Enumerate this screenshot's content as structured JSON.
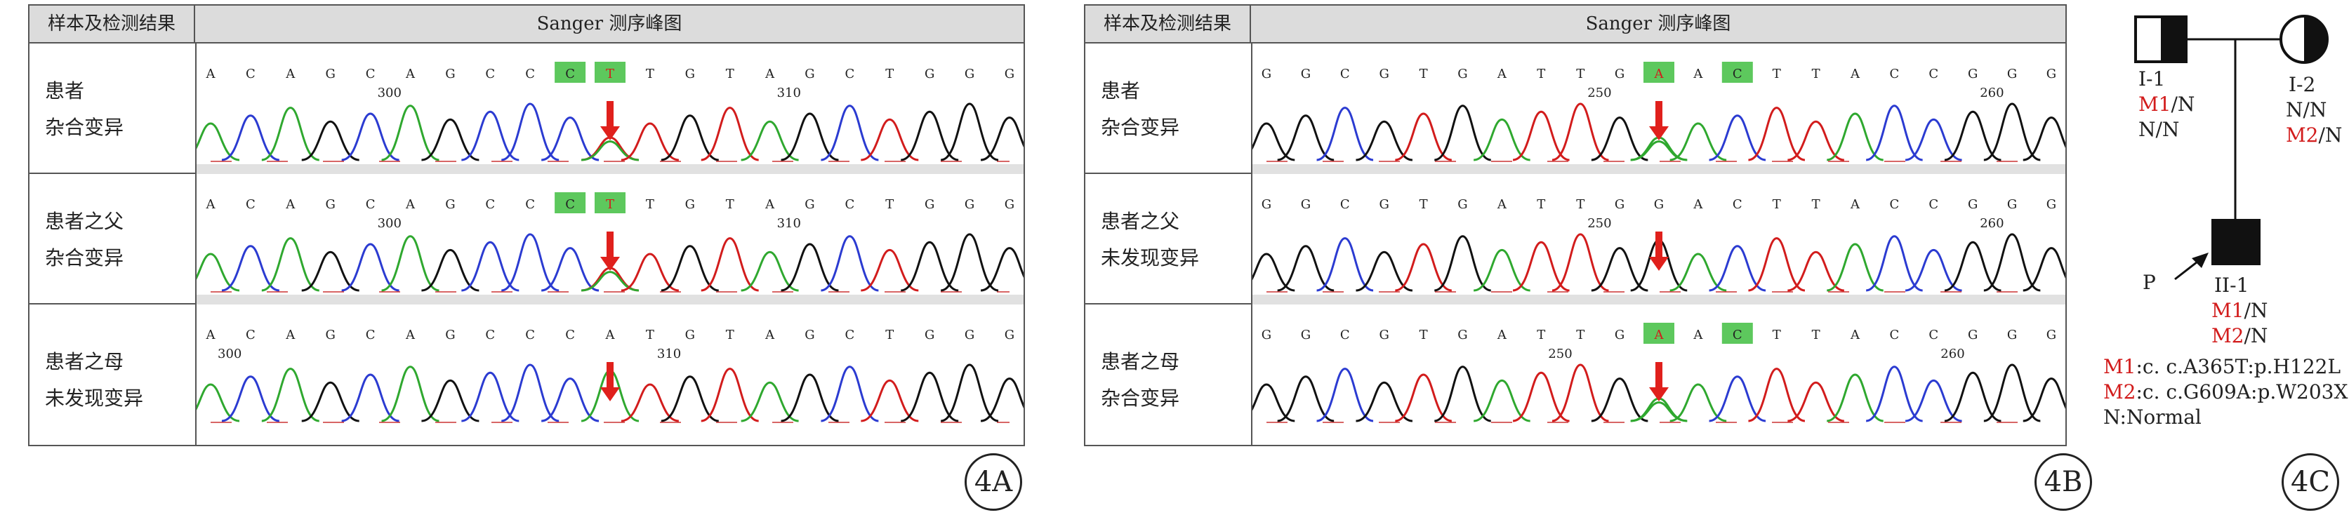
{
  "panels": {
    "a": {
      "header_left": "样本及检测结果",
      "header_right": "Sanger 测序峰图",
      "rows": [
        {
          "person": "患者",
          "result": "杂合变异"
        },
        {
          "person": "患者之父",
          "result": "杂合变异"
        },
        {
          "person": "患者之母",
          "result": "未发现变异"
        }
      ],
      "tracks": [
        {
          "bases": [
            "A",
            "C",
            "A",
            "G",
            "C",
            "A",
            "G",
            "C",
            "C",
            "C",
            "T",
            "T",
            "G",
            "T",
            "A",
            "G",
            "C",
            "T",
            "G",
            "G",
            "G"
          ],
          "highlight": [
            9,
            10
          ],
          "redbase": [
            10
          ],
          "ticks": [
            {
              "label": "300",
              "pos": 4
            },
            {
              "label": "310",
              "pos": 14
            }
          ],
          "arrow": 10
        },
        {
          "bases": [
            "A",
            "C",
            "A",
            "G",
            "C",
            "A",
            "G",
            "C",
            "C",
            "C",
            "T",
            "T",
            "G",
            "T",
            "A",
            "G",
            "C",
            "T",
            "G",
            "G",
            "G"
          ],
          "highlight": [
            9,
            10
          ],
          "redbase": [
            10
          ],
          "ticks": [
            {
              "label": "300",
              "pos": 4
            },
            {
              "label": "310",
              "pos": 14
            }
          ],
          "arrow": 10
        },
        {
          "bases": [
            "A",
            "C",
            "A",
            "G",
            "C",
            "A",
            "G",
            "C",
            "C",
            "C",
            "A",
            "T",
            "G",
            "T",
            "A",
            "G",
            "C",
            "T",
            "G",
            "G",
            "G"
          ],
          "highlight": [],
          "redbase": [],
          "ticks": [
            {
              "label": "300",
              "pos": 0
            },
            {
              "label": "310",
              "pos": 11
            }
          ],
          "arrow": 10
        }
      ],
      "badge": "4A"
    },
    "b": {
      "header_left": "样本及检测结果",
      "header_right": "Sanger 测序峰图",
      "rows": [
        {
          "person": "患者",
          "result": "杂合变异"
        },
        {
          "person": "患者之父",
          "result": "未发现变异"
        },
        {
          "person": "患者之母",
          "result": "杂合变异"
        }
      ],
      "tracks": [
        {
          "bases": [
            "G",
            "G",
            "C",
            "G",
            "T",
            "G",
            "A",
            "T",
            "T",
            "G",
            "A",
            "A",
            "C",
            "T",
            "T",
            "A",
            "C",
            "C",
            "G",
            "G",
            "G"
          ],
          "highlight": [
            10,
            12
          ],
          "redbase": [
            10
          ],
          "ticks": [
            {
              "label": "250",
              "pos": 8
            },
            {
              "label": "260",
              "pos": 18
            }
          ],
          "arrow": 10
        },
        {
          "bases": [
            "G",
            "G",
            "C",
            "G",
            "T",
            "G",
            "A",
            "T",
            "T",
            "G",
            "G",
            "A",
            "C",
            "T",
            "T",
            "A",
            "C",
            "C",
            "G",
            "G",
            "G"
          ],
          "highlight": [],
          "redbase": [],
          "ticks": [
            {
              "label": "250",
              "pos": 8
            },
            {
              "label": "260",
              "pos": 18
            }
          ],
          "arrow": 10
        },
        {
          "bases": [
            "G",
            "G",
            "C",
            "G",
            "T",
            "G",
            "A",
            "T",
            "T",
            "G",
            "A",
            "A",
            "C",
            "T",
            "T",
            "A",
            "C",
            "C",
            "G",
            "G",
            "G"
          ],
          "highlight": [
            10,
            12
          ],
          "redbase": [
            10
          ],
          "ticks": [
            {
              "label": "250",
              "pos": 7
            },
            {
              "label": "260",
              "pos": 17
            }
          ],
          "arrow": 10
        }
      ],
      "badge": "4B"
    },
    "c": {
      "badge": "4C",
      "i1": {
        "id": "I-1",
        "m1": "M1",
        "l1rest": "/N",
        "l2": "N/N"
      },
      "i2": {
        "id": "I-2",
        "l1": "N/N",
        "m2": "M2",
        "l2rest": "/N"
      },
      "ii1": {
        "id": "II-1",
        "m1": "M1",
        "l1rest": "/N",
        "m2": "M2",
        "l2rest": "/N"
      },
      "proband": "P",
      "legend": [
        {
          "tag": "M1",
          "text": ":c. c.A365T:p.H122L"
        },
        {
          "tag": "M2",
          "text": ":c. c.G609A:p.W203X"
        },
        {
          "tag": "",
          "text": "N:Normal"
        }
      ]
    },
    "colors": {
      "A": "#2fa82f",
      "C": "#2b3bd1",
      "G": "#111111",
      "T": "#d21c1c",
      "highlight": "#5dc85d",
      "arrow": "#e0201c"
    }
  }
}
